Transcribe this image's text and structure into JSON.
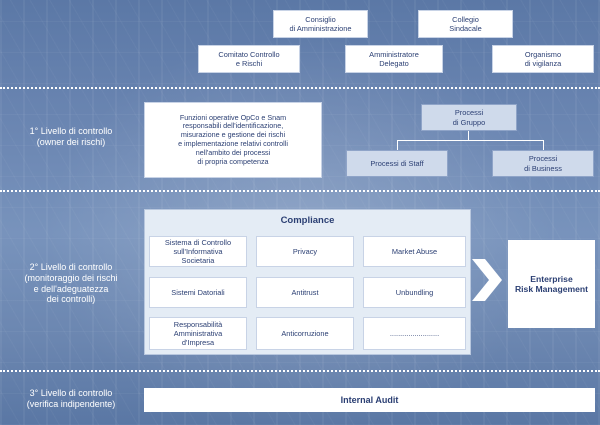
{
  "governance": {
    "consiglio": "Consiglio\ndi Amministrazione",
    "collegio": "Collegio\nSindacale",
    "comitato": "Comitato Controllo\ne Rischi",
    "amministratore": "Amministratore\nDelegato",
    "organismo": "Organismo\ndi vigilanza"
  },
  "level1": {
    "label": "1° Livello di controllo\n(owner dei rischi)",
    "description": "Funzioni operative OpCo e Snam\nresponsabili dell'identificazione,\nmisurazione e gestione dei rischi\ne implementazione relativi controlli\nnell'ambito dei processi\ndi propria competenza",
    "processi_gruppo": "Processi\ndi Gruppo",
    "processi_staff": "Processi di Staff",
    "processi_business": "Processi\ndi Business"
  },
  "level2": {
    "label": "2° Livello di controllo\n(monitoraggio dei rischi\ne dell'adeguatezza\ndei controlli)",
    "compliance_title": "Compliance",
    "cells": [
      "Sistema di Controllo\nsull'Informativa\nSocietaria",
      "Privacy",
      "Market Abuse",
      "Sistemi Datoriali",
      "Antitrust",
      "Unbundling",
      "Responsabilità\nAmministrativa\nd'Impresa",
      "Anticorruzione",
      "........................"
    ],
    "erm": "Enterprise\nRisk Management"
  },
  "level3": {
    "label": "3° Livello di controllo\n(verifica indipendente)",
    "internal_audit": "Internal Audit"
  }
}
